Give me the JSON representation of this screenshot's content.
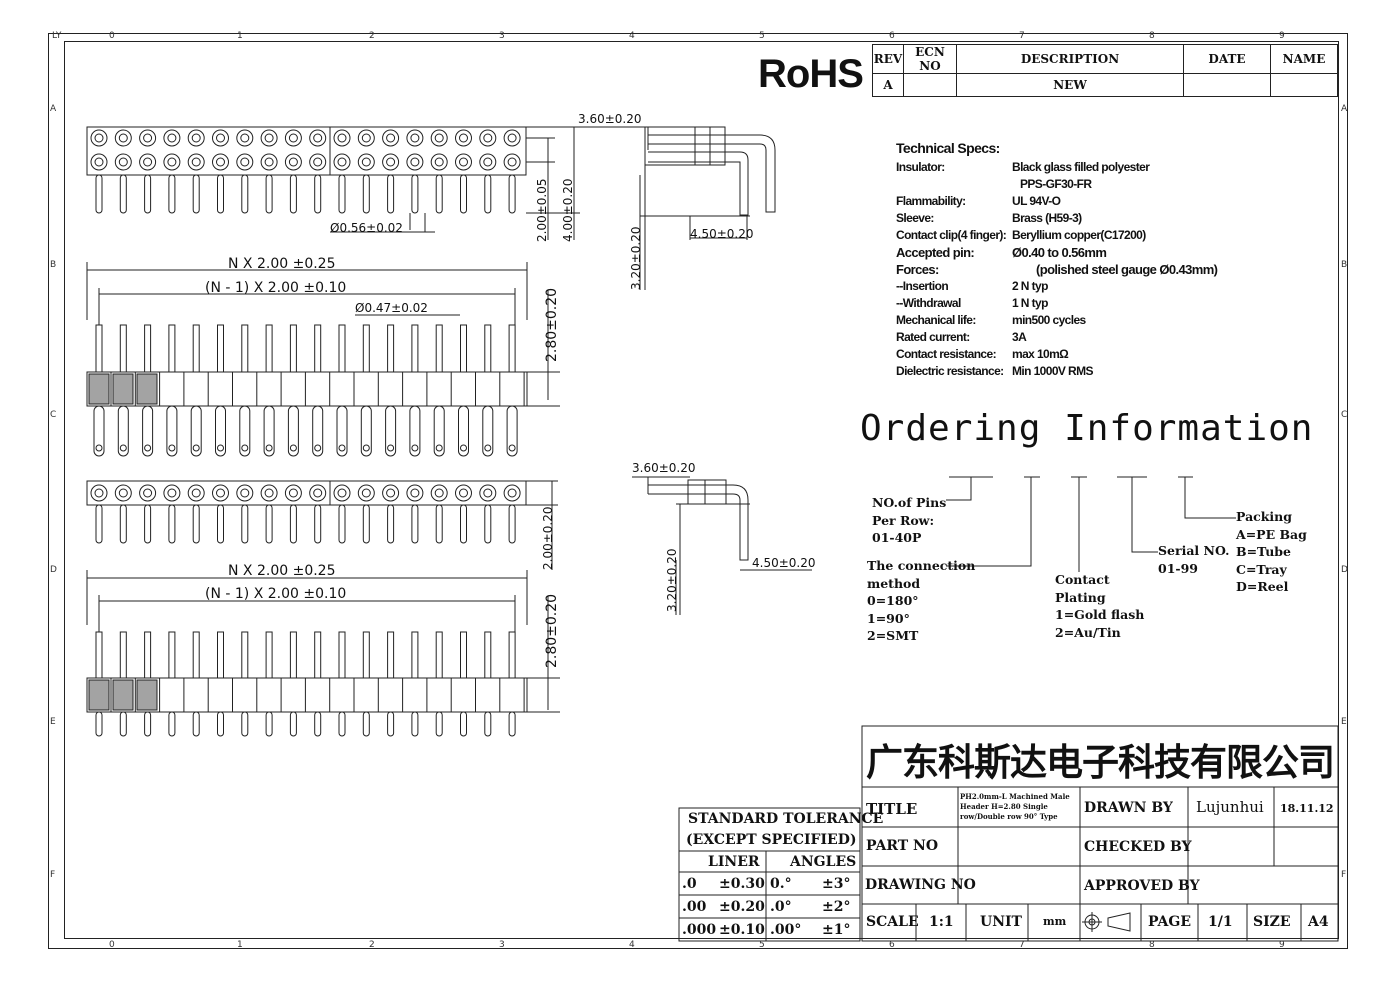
{
  "frame": {
    "corner_label": "LY",
    "col_numbers": [
      "0",
      "1",
      "2",
      "3",
      "4",
      "5",
      "6",
      "7",
      "8",
      "9"
    ],
    "row_letters": [
      "A",
      "B",
      "C",
      "D",
      "E",
      "F"
    ]
  },
  "rohs_mark": "RoHS",
  "revision_table": {
    "headers": [
      "REV",
      "ECN NO",
      "DESCRIPTION",
      "DATE",
      "NAME"
    ],
    "row": [
      "A",
      "",
      "NEW",
      "",
      ""
    ]
  },
  "technical_specs": {
    "title": "Technical Specs:",
    "rows": [
      {
        "label": "Insulator:",
        "value": "Black glass filled polyester"
      },
      {
        "label": "",
        "value": "PPS-GF30-FR"
      },
      {
        "label": "Flammability:",
        "value": "UL 94V-O"
      },
      {
        "label": "Sleeve:",
        "value": "Brass (H59-3)"
      },
      {
        "label": "Contact clip(4 finger):",
        "value": "Beryllium copper(C17200)"
      },
      {
        "label": "Accepted pin:",
        "value": "Ø0.40 to 0.56mm"
      },
      {
        "label": "Forces:",
        "value": "(polished steel gauge Ø0.43mm)"
      },
      {
        "label": "--Insertion",
        "value": "2 N typ"
      },
      {
        "label": "--Withdrawal",
        "value": "1 N typ"
      },
      {
        "label": "Mechanical life:",
        "value": "min500 cycles"
      },
      {
        "label": "Rated current:",
        "value": "3A"
      },
      {
        "label": "Contact resistance:",
        "value": "max 10mΩ"
      },
      {
        "label": "Dielectric resistance:",
        "value": "Min 1000V RMS"
      }
    ]
  },
  "ordering": {
    "title": "Ordering Information",
    "pins": "NO.of Pins\nPer Row:\n01-40P",
    "connection": "The connection\nmethod\n0=180°\n1=90°\n2=SMT",
    "plating": "Contact\nPlating\n1=Gold flash\n2=Au/Tin",
    "serial": "Serial NO.\n01-99",
    "packing": "Packing\nA=PE Bag\nB=Tube\nC=Tray\nD=Reel"
  },
  "dimensions": {
    "d_360": "3.60±0.20",
    "d_200_005": "2.00±0.05",
    "d_400": "4.00±0.20",
    "d_056": "Ø0.56±0.02",
    "d_450": "4.50±0.20",
    "d_320": "3.20±0.20",
    "d_nx": "N X 2.00 ±0.25",
    "d_n1": "(N - 1) X 2.00 ±0.10",
    "d_047": "Ø0.47±0.02",
    "d_280": "2.80±0.20",
    "d_200_020": "2.00±0.20"
  },
  "tolerance": {
    "title1": "STANDARD TOLERANCE",
    "title2": "(EXCEPT  SPECIFIED)",
    "h_liner": "LINER",
    "h_angles": "ANGLES",
    "rows": [
      {
        "a": ".0",
        "b": "±0.30",
        "c": "0.°",
        "d": "±3°"
      },
      {
        "a": ".00",
        "b": "±0.20",
        "c": ".0°",
        "d": "±2°"
      },
      {
        "a": ".000",
        "b": "±0.10",
        "c": ".00°",
        "d": "±1°"
      }
    ]
  },
  "title_block": {
    "company": "广东科斯达电子科技有限公司",
    "title_label": "TITLE",
    "title_value": "PH2.0mm-L Machined Male\nHeader H=2.80 Single\nrow/Double row 90° Type",
    "drawn_label": "DRAWN BY",
    "drawn_value": "Lujunhui",
    "drawn_date": "18.11.12",
    "part_label": "PART NO",
    "checked_label": "CHECKED BY",
    "drawing_label": "DRAWING NO",
    "approved_label": "APPROVED BY",
    "scale_label": "SCALE",
    "scale_value": "1:1",
    "unit_label": "UNIT",
    "unit_value": "mm",
    "page_label": "PAGE",
    "page_value": "1/1",
    "size_label": "SIZE",
    "size_value": "A4"
  }
}
